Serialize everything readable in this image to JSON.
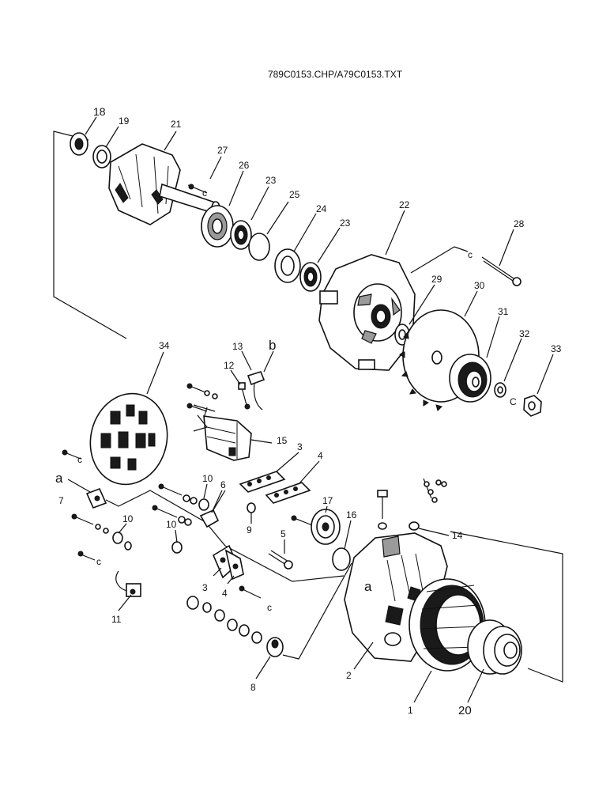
{
  "title": "789C0153.CHP/A79C0153.TXT",
  "callouts": {
    "c18": "18",
    "c19": "19",
    "c21": "21",
    "c27": "27",
    "c26": "26",
    "c23a": "23",
    "c25": "25",
    "c24": "24",
    "c23b": "23",
    "c22": "22",
    "c28": "28",
    "c29": "29",
    "c30": "30",
    "c31": "31",
    "c32": "32",
    "c33": "33",
    "c34": "34",
    "c13": "13",
    "c12": "12",
    "c15": "15",
    "c3a": "3",
    "c4a": "4",
    "c10a": "10",
    "c6": "6",
    "c7": "7",
    "c10b": "10",
    "c9": "9",
    "c17": "17",
    "c16": "16",
    "c14": "14",
    "c5": "5",
    "c10c": "10",
    "c3b": "3",
    "c4b": "4",
    "c11": "11",
    "c8": "8",
    "c2": "2",
    "c1": "1",
    "c20": "20"
  },
  "letters": {
    "la": "a",
    "lb": "b",
    "la2": "a"
  }
}
